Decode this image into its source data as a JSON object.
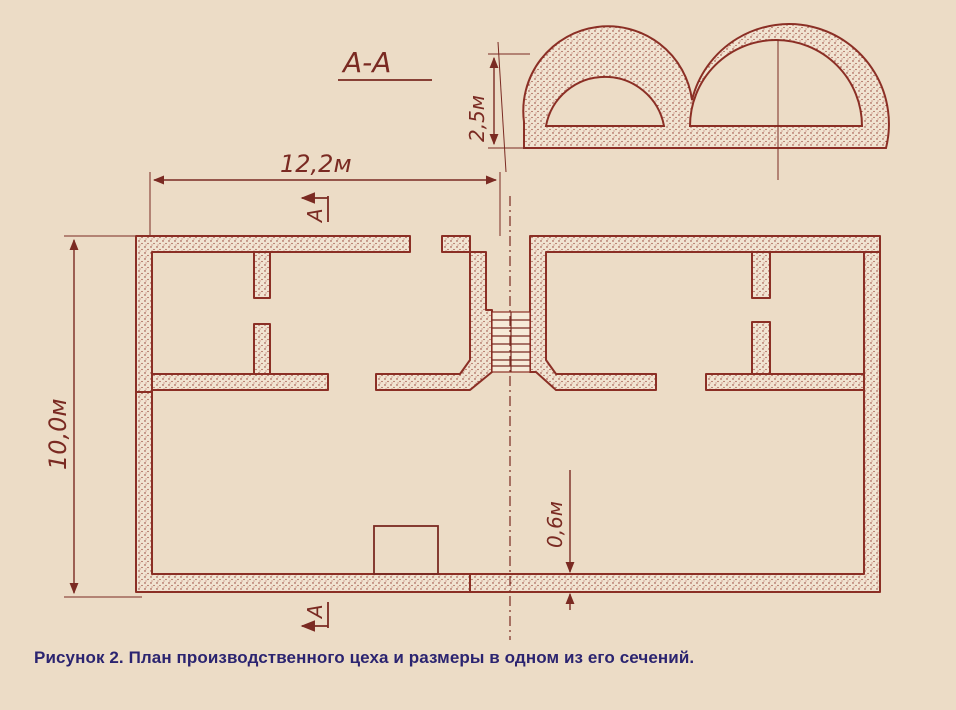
{
  "section": {
    "label": "A-A",
    "height_label": "2,5м"
  },
  "dimensions": {
    "width_label": "12,2м",
    "length_label": "10,0м",
    "gap_label": "0,6м"
  },
  "cut_markers": {
    "top": "A",
    "bottom": "A"
  },
  "caption": "Рисунок 2. План производственного цеха и размеры в одном из его сечений.",
  "colors": {
    "paper": "#ecdcc6",
    "wall_fill": "#f1e4d2",
    "wall_outline": "#8b2f25",
    "ink": "#7a2a22",
    "caption": "#2b2470"
  }
}
